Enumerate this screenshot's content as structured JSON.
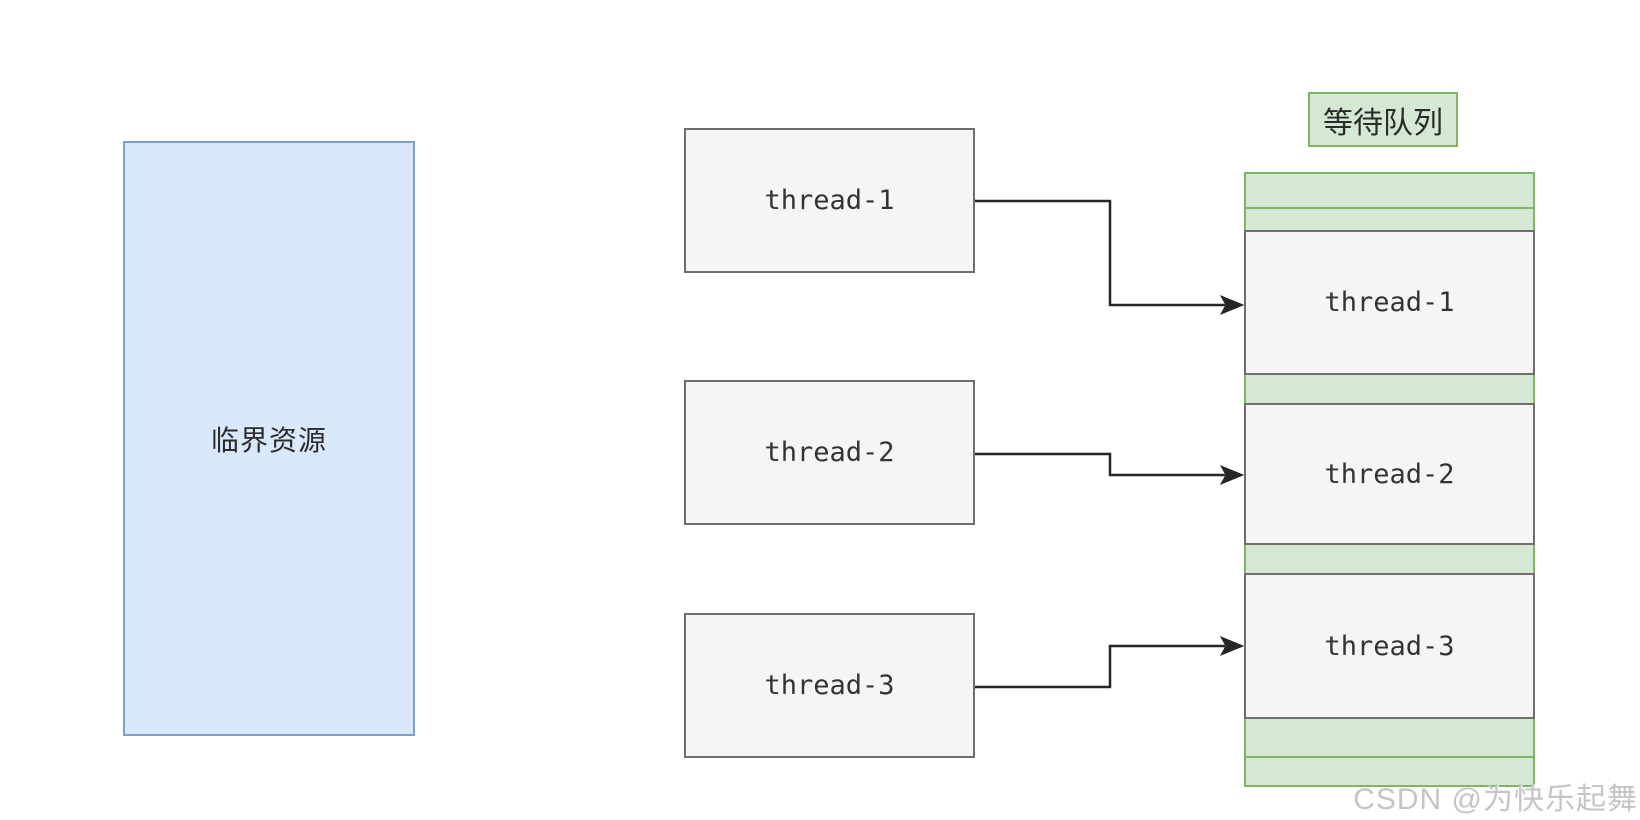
{
  "diagram": {
    "critical_resource_label": "临界资源",
    "source_threads": [
      {
        "label": "thread-1"
      },
      {
        "label": "thread-2"
      },
      {
        "label": "thread-3"
      }
    ],
    "wait_queue": {
      "title": "等待队列",
      "items": [
        {
          "label": "thread-1"
        },
        {
          "label": "thread-2"
        },
        {
          "label": "thread-3"
        }
      ]
    },
    "watermark": "CSDN @为快乐起舞",
    "colors": {
      "critical_fill": "#dae8fc",
      "critical_border": "#7f9fcc",
      "queue_fill": "#d5e8d4",
      "queue_border": "#82b366",
      "thread_fill": "#f5f5f5",
      "thread_border": "#6e6e6e",
      "arrow": "#262626",
      "watermark_gray": "#c5c5c5"
    }
  }
}
